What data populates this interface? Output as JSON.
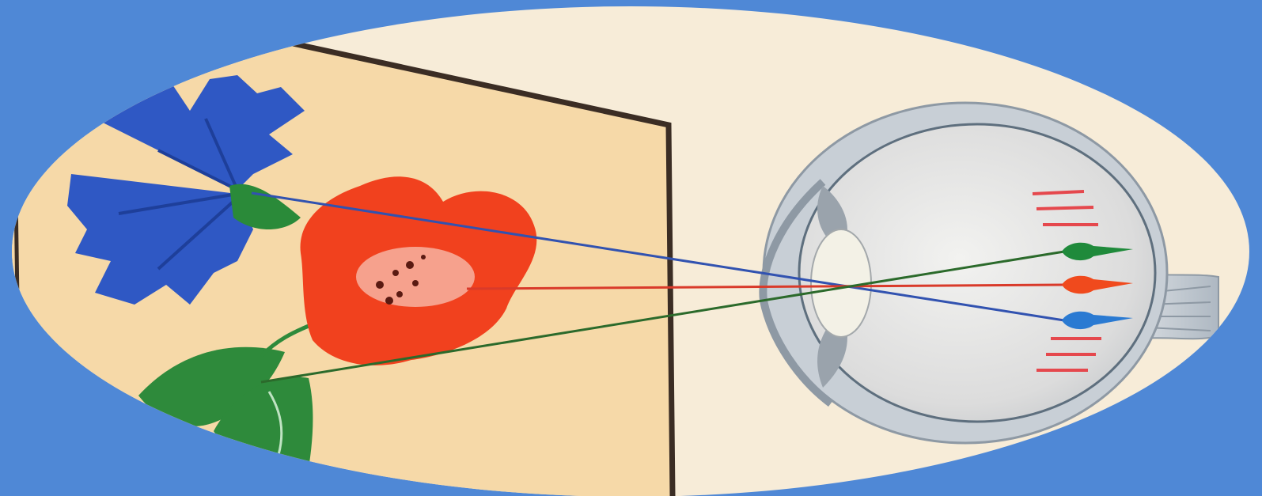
{
  "figure": {
    "background_color": "#4f88d6",
    "canvas_color": "#f7ecd8",
    "picture_color": "#f6d9a8",
    "frame_color": "#3b2d24"
  },
  "objects": {
    "blue_flower": {
      "color": "#2f58c4",
      "icon": "cornflower-icon"
    },
    "red_flower": {
      "color": "#f1411e",
      "icon": "poppy-icon"
    },
    "leaves": {
      "color": "#2e8a3b",
      "icon": "leaf-icon"
    }
  },
  "rays": [
    {
      "name": "blue-ray",
      "color": "#3152b0"
    },
    {
      "name": "red-ray",
      "color": "#d93a2a"
    },
    {
      "name": "green-ray",
      "color": "#2b6a2b"
    }
  ],
  "eye": {
    "sclera_color": "#c8cfd6",
    "interior_color": "#ececec",
    "lens_color": "#f3f1e6",
    "optic_nerve_color": "#bcc6cf"
  },
  "retina_images": [
    {
      "name": "retina-green-image",
      "color": "#1f8a3b"
    },
    {
      "name": "retina-red-image",
      "color": "#f04a1d"
    },
    {
      "name": "retina-blue-image",
      "color": "#2a7ad2"
    }
  ],
  "retina_marks_color": "#e5484d"
}
